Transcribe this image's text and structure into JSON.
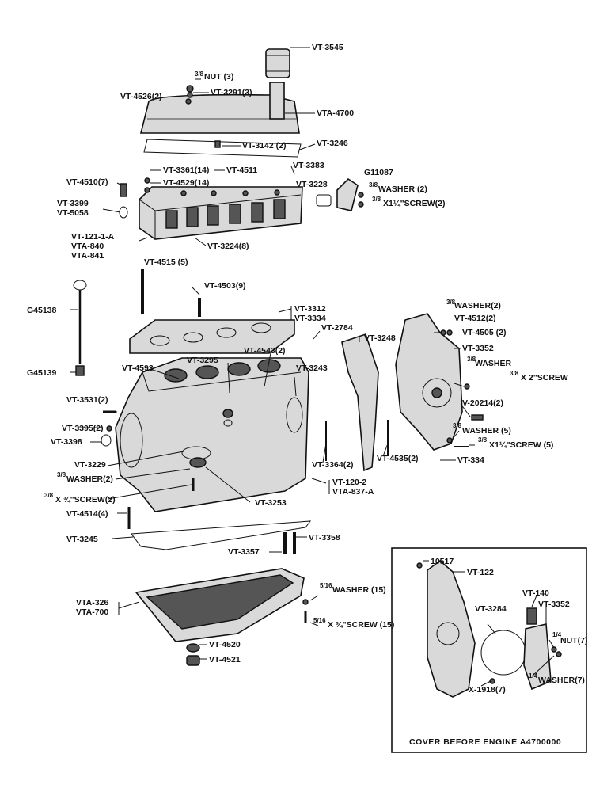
{
  "labels": {
    "vt3545": "VT-3545",
    "nut3": "NUT (3)",
    "nut3_frac": "3/8",
    "vt4526": "VT-4526(2)",
    "vt3291": "VT-3291(3)",
    "vta4700": "VTA-4700",
    "vt3142": "VT-3142 (2)",
    "vt3246": "VT-3246",
    "vt3383": "VT-3383",
    "vt4510": "VT-4510(7)",
    "vt3361": "VT-3361(14)",
    "vt4511": "VT-4511",
    "vt4529": "VT-4529(14)",
    "vt3228": "VT-3228",
    "g11087": "G11087",
    "washer2a": "WASHER (2)",
    "screw2a": "X1¼\"SCREW(2)",
    "vt3399": "VT-3399",
    "vt5058": "VT-5058",
    "vt121": "VT-121-1-A",
    "vta840": "VTA-840",
    "vta841": "VTA-841",
    "vt3224": "VT-3224(8)",
    "vt4515": "VT-4515 (5)",
    "vt4503": "VT-4503(9)",
    "g45138": "G45138",
    "vt3312": "VT-3312",
    "vt3334": "VT-3334",
    "washer2b": "WASHER(2)",
    "vt4512": "VT-4512(2)",
    "vt4505": "VT-4505 (2)",
    "vt2784": "VT-2784",
    "vt3248": "VT-3248",
    "vt4543": "VT-4543(2)",
    "vt3352": "VT-3352",
    "vt4593": "VT-4593",
    "vt3295": "VT-3295",
    "vt3243": "VT-3243",
    "washer_single": "WASHER",
    "screw_2in": "X 2\"SCREW",
    "g45139": "G45139",
    "vt3531": "VT-3531(2)",
    "v20214": "V-20214(2)",
    "vt3395": "VT-3395(2)",
    "vt3398": "VT-3398",
    "washer5": "WASHER (5)",
    "screw5": "X1¼\"SCREW (5)",
    "vt3229": "VT-3229",
    "vt3364": "VT-3364(2)",
    "vt4535": "VT-4535(2)",
    "vt334": "VT-334",
    "washer2c": "WASHER(2)",
    "vt1202": "VT-120-2",
    "vta837": "VTA-837-A",
    "screw2c": "X ¾\"SCREW(2)",
    "vt3253": "VT-3253",
    "vt4514": "VT-4514(4)",
    "vt3245": "VT-3245",
    "vt3358": "VT-3358",
    "vt3357": "VT-3357",
    "vta326": "VTA-326",
    "vta700": "VTA-700",
    "washer15": "WASHER (15)",
    "screw15": "X ¾\"SCREW (15)",
    "vt4520": "VT-4520",
    "vt4521": "VT-4521",
    "frac38": "3/8",
    "frac516": "5/16"
  },
  "inset": {
    "l10517": "10517",
    "vt122": "VT-122",
    "vt140": "VT-140",
    "vt3352": "VT-3352",
    "vt3284": "VT-3284",
    "nut7": "NUT(7)",
    "washer7": "WASHER(7)",
    "x1918": "X-1918(7)",
    "frac14": "1/4",
    "caption": "COVER BEFORE ENGINE A4700000"
  }
}
